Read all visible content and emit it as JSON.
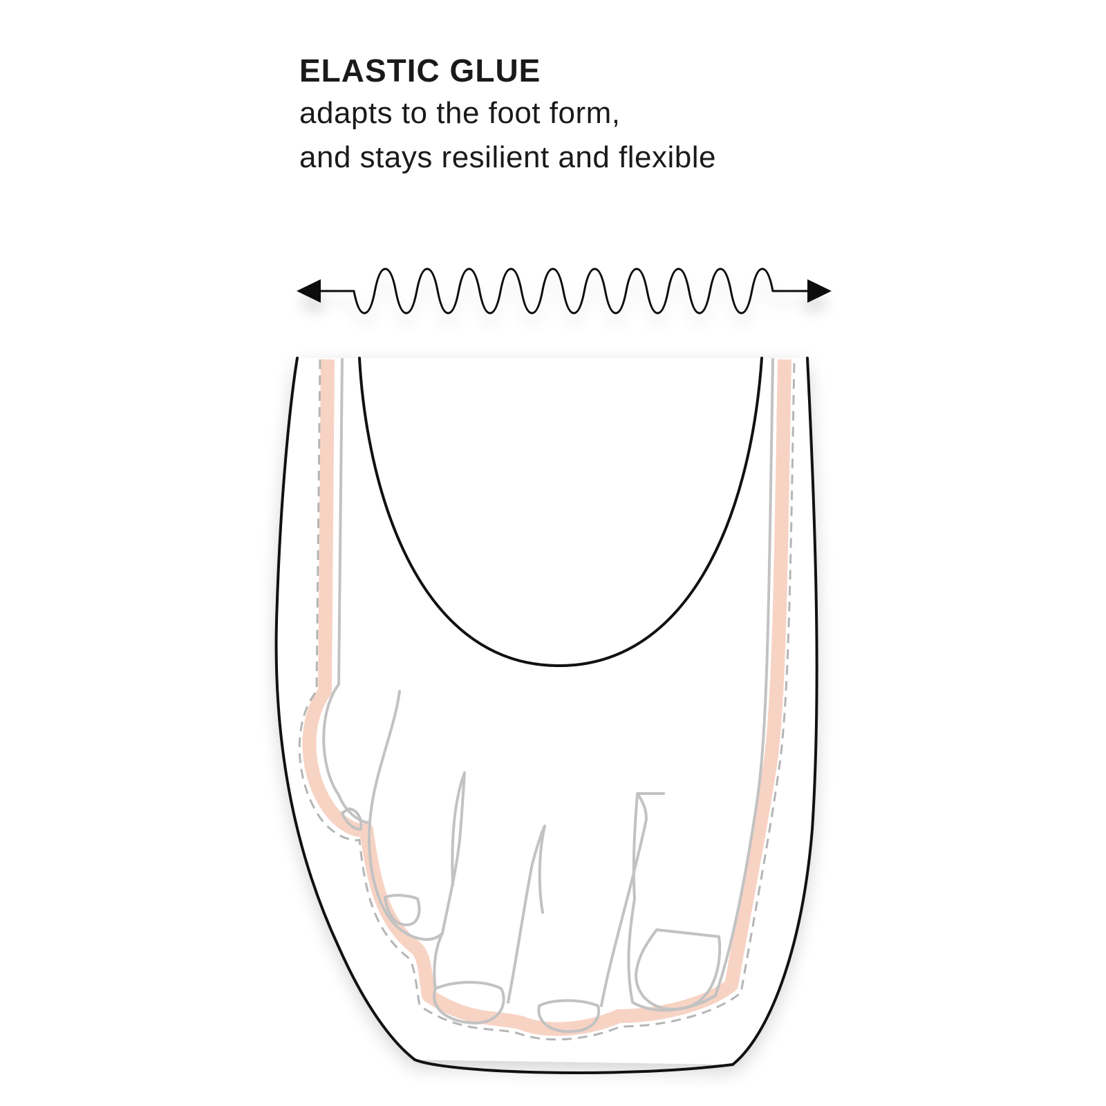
{
  "caption": {
    "title": "ELASTIC GLUE",
    "lines": [
      "adapts to the foot form,",
      "and stays resilient and flexible"
    ]
  },
  "colors": {
    "text": "#1a1a1a",
    "outline": "#111111",
    "glue": "#f7d3c4",
    "foot": "#c2c2c2",
    "dashed": "#b5b5b5"
  },
  "icons": {
    "spring": "stretch-spring-icon",
    "arrow_left": "arrow-left-icon",
    "arrow_right": "arrow-right-icon"
  }
}
